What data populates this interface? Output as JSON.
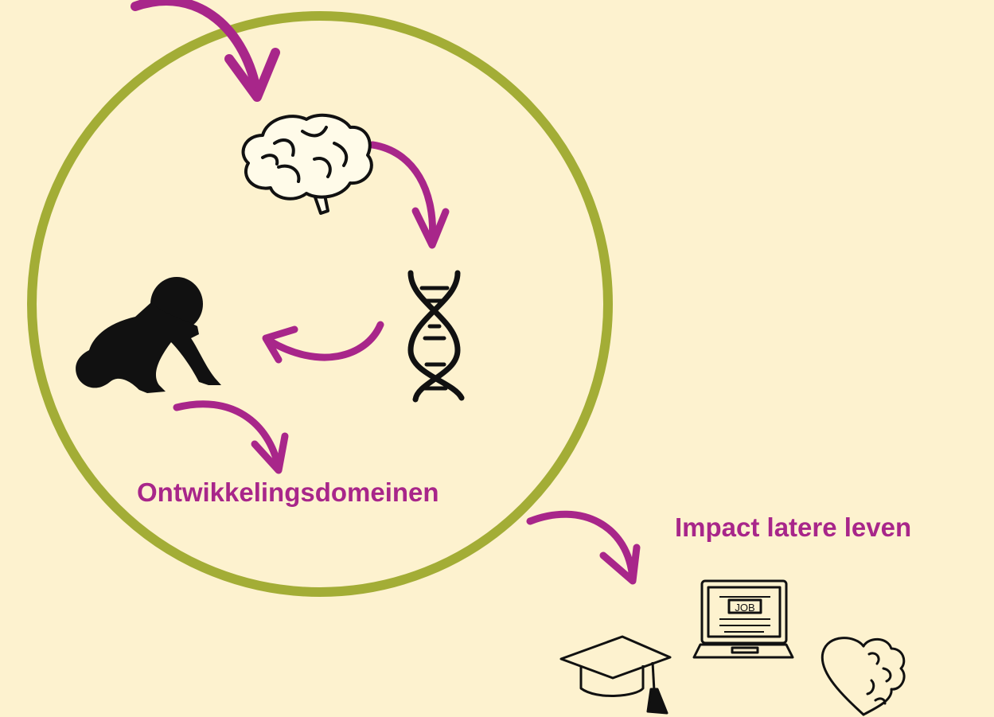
{
  "labels": {
    "development_domains": "Ontwikkelingsdomeinen",
    "later_life_impact": "Impact latere leven",
    "job_screen_text": "JOB"
  },
  "colors": {
    "background": "#fdf2cf",
    "circle": "#a3ad36",
    "arrows": "#a8268a",
    "icons": "#111111"
  },
  "icons": [
    "brain-icon",
    "dna-icon",
    "crawling-baby-icon",
    "graduation-cap-icon",
    "job-laptop-icon",
    "heart-brain-icon"
  ]
}
